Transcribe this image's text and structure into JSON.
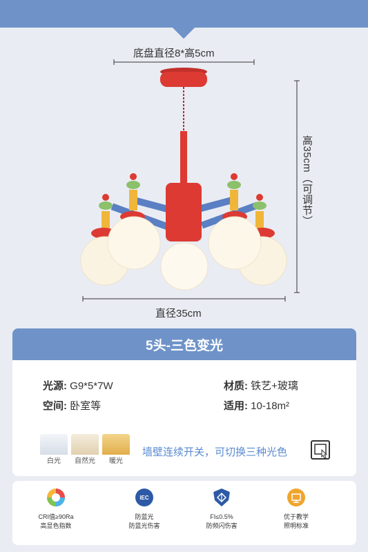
{
  "dimensions": {
    "top": "底盘直径8*高5cm",
    "bottom": "直径35cm",
    "right": "高35cm（可调节）"
  },
  "card": {
    "title": "5头-三色变光",
    "specs": {
      "light_source_label": "光源:",
      "light_source_value": "G9*5*7W",
      "material_label": "材质:",
      "material_value": "铁艺+玻璃",
      "space_label": "空间:",
      "space_value": "卧室等",
      "area_label": "适用:",
      "area_value": "10-18m²"
    },
    "swatches": [
      {
        "label": "白光",
        "color": "#dfe6ef"
      },
      {
        "label": "自然光",
        "color": "#e8d8b8"
      },
      {
        "label": "暖光",
        "color": "#e6b860"
      }
    ],
    "switch_text": "墙壁连续开关，可切换三种光色"
  },
  "features": [
    {
      "line1": "CRI值≥90Ra",
      "line2": "高显色指数",
      "icon": "color-wheel-icon"
    },
    {
      "line1": "防蓝光",
      "line2": "防蓝光伤害",
      "icon": "iec-badge-icon"
    },
    {
      "line1": "FI≤0.5%",
      "line2": "防频闪伤害",
      "icon": "flicker-shield-icon"
    },
    {
      "line1": "优于教学",
      "line2": "照明标准",
      "icon": "teaching-standard-icon"
    }
  ],
  "colors": {
    "accent": "#6f93c9",
    "lamp_red": "#dc3a33",
    "arm_blue": "#5a7fc2",
    "accent_yellow": "#f0b63a",
    "accent_green": "#8cc06a"
  }
}
